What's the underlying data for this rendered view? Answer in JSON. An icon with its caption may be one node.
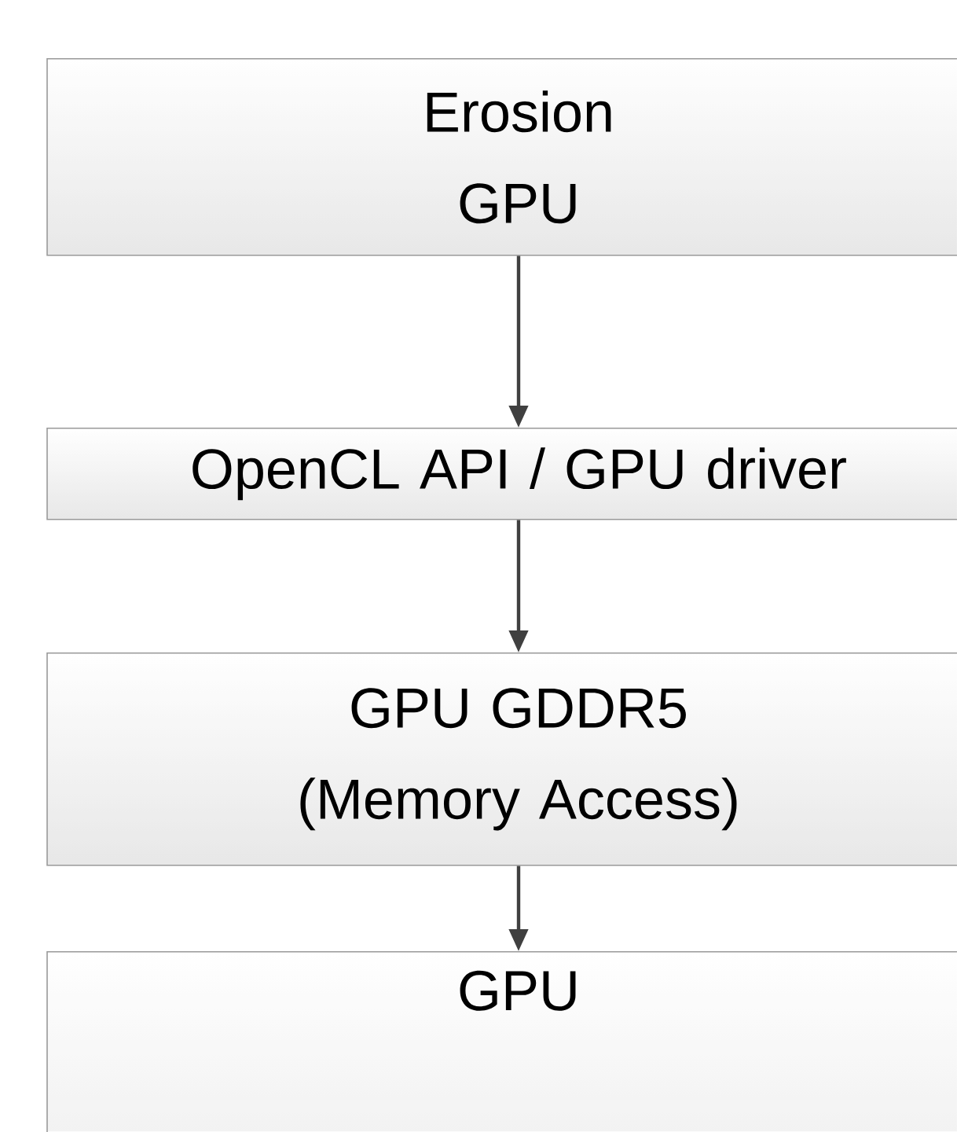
{
  "diagram": {
    "nodes": [
      {
        "text": [
          "Erosion GPU"
        ]
      },
      {
        "text": [
          "OpenCL API / GPU driver"
        ]
      },
      {
        "text": [
          "GPU GDDR5 (Memory Access)"
        ]
      },
      {
        "text": [
          "GPU"
        ]
      }
    ],
    "edges": [
      {
        "from": 0,
        "to": 1,
        "arrow": "to"
      },
      {
        "from": 1,
        "to": 2,
        "arrow": "to"
      },
      {
        "from": 2,
        "to": 3,
        "arrow": "to"
      }
    ]
  }
}
